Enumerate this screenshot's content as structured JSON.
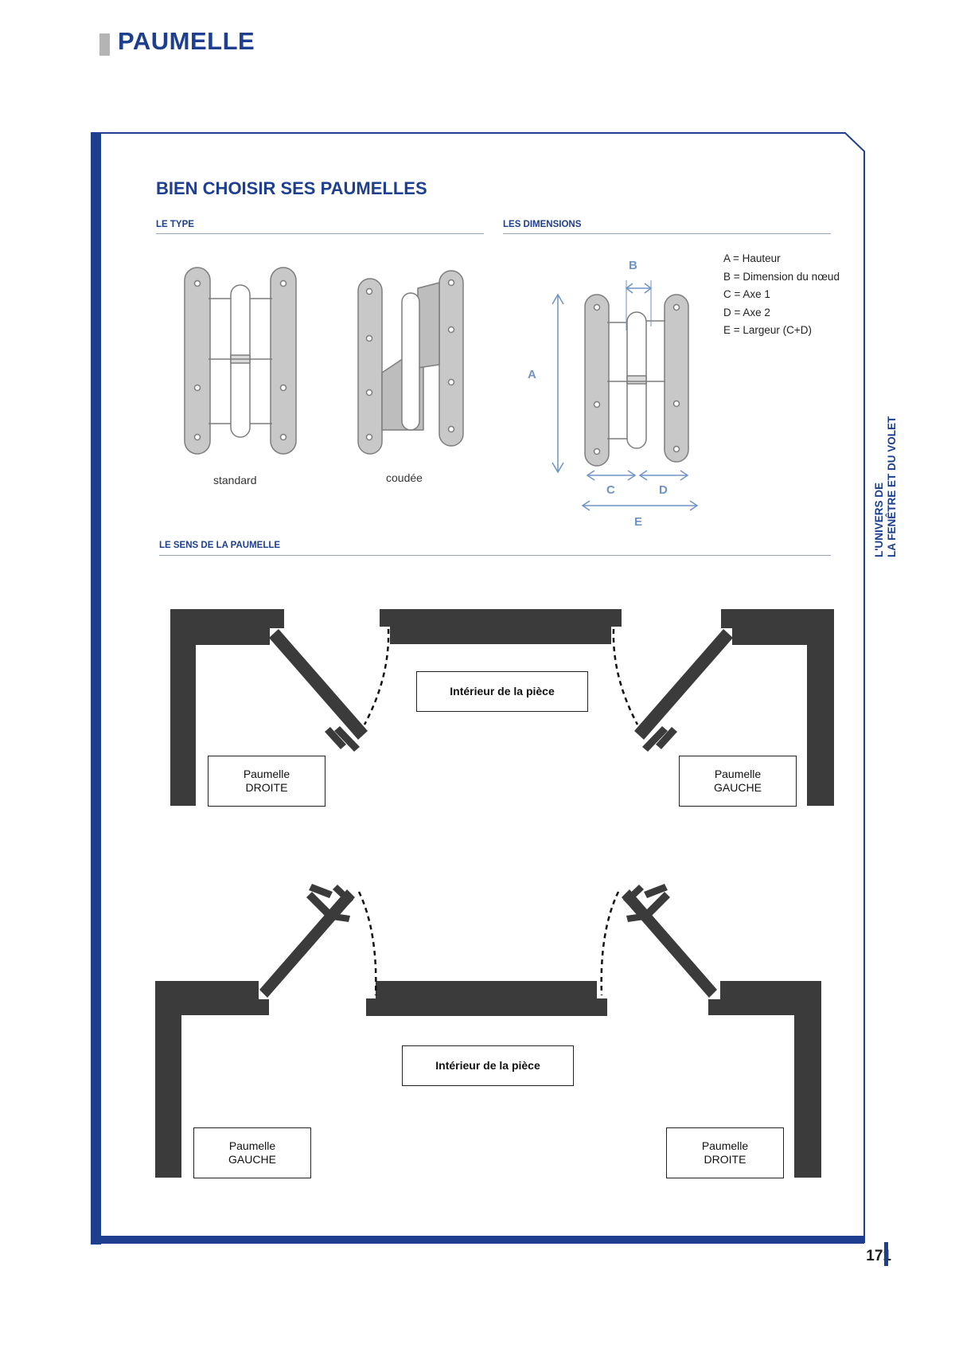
{
  "header": {
    "title": "PAUMELLE"
  },
  "side_tab": {
    "line1": "L'UNIVERS DE",
    "line2": "LA FENÊTRE ET DU VOLET"
  },
  "page_number": "171",
  "section": {
    "title": "BIEN CHOISIR SES PAUMELLES",
    "type_heading": "LE TYPE",
    "dimensions_heading": "LES DIMENSIONS",
    "sens_heading": "LE SENS DE LA PAUMELLE"
  },
  "types": {
    "standard": "standard",
    "coudee": "coudée"
  },
  "dimensions": {
    "letters": {
      "a": "A",
      "b": "B",
      "c": "C",
      "d": "D",
      "e": "E"
    },
    "legend": [
      "A = Hauteur",
      "B = Dimension du nœud",
      "C = Axe 1",
      "D = Axe 2",
      "E = Largeur (C+D)"
    ]
  },
  "diagram_top": {
    "interior": "Intérieur de la pièce",
    "left_label": [
      "Paumelle",
      "DROITE"
    ],
    "right_label": [
      "Paumelle",
      "GAUCHE"
    ]
  },
  "diagram_bottom": {
    "interior": "Intérieur de la pièce",
    "left_label": [
      "Paumelle",
      "GAUCHE"
    ],
    "right_label": [
      "Paumelle",
      "DROITE"
    ]
  },
  "colors": {
    "brand_blue": "#1e3f8f",
    "wall": "#3b3b3b",
    "hinge": "#c9c9c9",
    "dim_blue": "#6f93c4"
  }
}
